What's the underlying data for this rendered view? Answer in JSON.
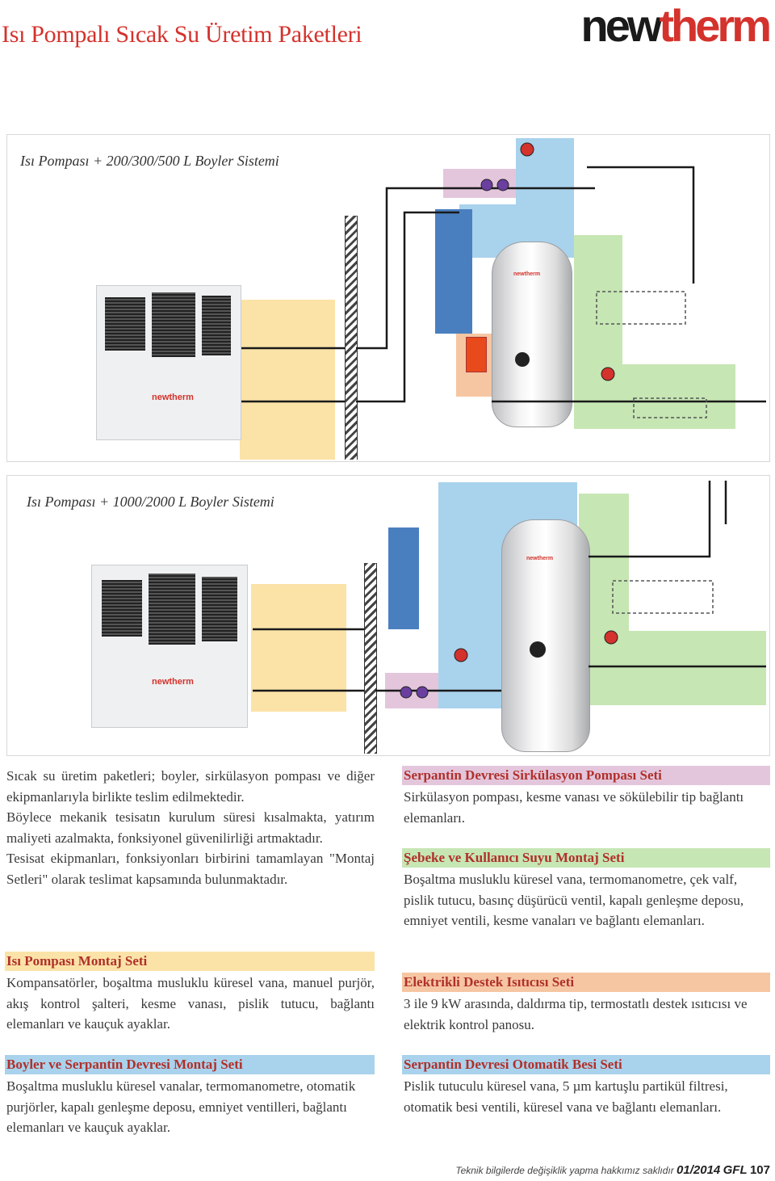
{
  "header": {
    "title": "Isı Pompalı Sıcak Su Üretim Paketleri",
    "brand_new": "new",
    "brand_therm": "therm"
  },
  "diagram1": {
    "title": "Isı Pompası + 200/300/500 L Boyler Sistemi",
    "unit_brand": "newtherm",
    "tank_brand": "newtherm"
  },
  "diagram2": {
    "title": "Isı Pompası + 1000/2000 L Boyler Sistemi",
    "unit_brand": "newtherm",
    "tank_brand": "newtherm"
  },
  "intro": {
    "p1": "Sıcak su üretim paketleri; boyler, sirkülasyon pompası ve diğer ekipmanlarıyla birlikte teslim edilmektedir.",
    "p2": "Böylece mekanik tesisatın kurulum süresi kısalmakta, yatırım maliyeti azalmakta, fonksiyonel güvenilirliği artmaktadır.",
    "p3": "Tesisat ekipmanları, fonksiyonları birbirini tamamlayan \"Montaj Setleri\" olarak teslimat kapsamında bulunmaktadır."
  },
  "sections": {
    "heat_pump": {
      "title": "Isı Pompası Montaj Seti",
      "text": "Kompansatörler, boşaltma musluklu küresel vana, manuel purjör, akış kontrol şalteri, kesme vanası, pislik tutucu, bağlantı elemanları ve kauçuk ayaklar.",
      "color": "#fbe3a8"
    },
    "boiler_coil": {
      "title": "Boyler ve Serpantin Devresi Montaj Seti",
      "text": "Boşaltma musluklu küresel vanalar, termomanometre, otomatik purjörler, kapalı genleşme deposu, emniyet ventilleri, bağlantı elemanları ve kauçuk ayaklar.",
      "color": "#a9d2ec"
    },
    "coil_pump": {
      "title": "Serpantin Devresi Sirkülasyon Pompası Seti",
      "text": "Sirkülasyon pompası, kesme vanası ve sökülebilir tip bağlantı elemanları.",
      "color": "#e3c6dc"
    },
    "mains_user": {
      "title": "Şebeke ve Kullanıcı Suyu Montaj Seti",
      "text": "Boşaltma musluklu küresel vana, termomanometre, çek valf, pislik tutucu, basınç düşürücü ventil, kapalı genleşme deposu, emniyet ventili, kesme vanaları ve bağlantı elemanları.",
      "color": "#c6e6b4"
    },
    "electric": {
      "title": "Elektrikli Destek Isıtıcısı Seti",
      "text": "3 ile 9 kW arasında, daldırma tip, termostatlı destek ısıtıcısı ve elektrik kontrol panosu.",
      "color": "#f6c6a2"
    },
    "auto_fill": {
      "title": "Serpantin Devresi Otomatik Besi Seti",
      "text": "Pislik tutuculu küresel vana, 5 µm kartuşlu partikül filtresi, otomatik besi ventili, küresel vana ve bağlantı elemanları.",
      "color": "#a9d2ec"
    }
  },
  "footer": {
    "note": "Teknik bilgilerde değişiklik yapma hakkımız saklıdır",
    "date": "01/2014",
    "code": "GFL",
    "page": "107"
  },
  "colors": {
    "red": "#d4322c",
    "zone_yellow": "#fbe3a8",
    "zone_blue": "#a9d2ec",
    "zone_green": "#c6e6b4",
    "zone_pink": "#e3c6dc",
    "zone_orange": "#f6c6a2",
    "zone_darkblue": "#4a7fbf"
  }
}
